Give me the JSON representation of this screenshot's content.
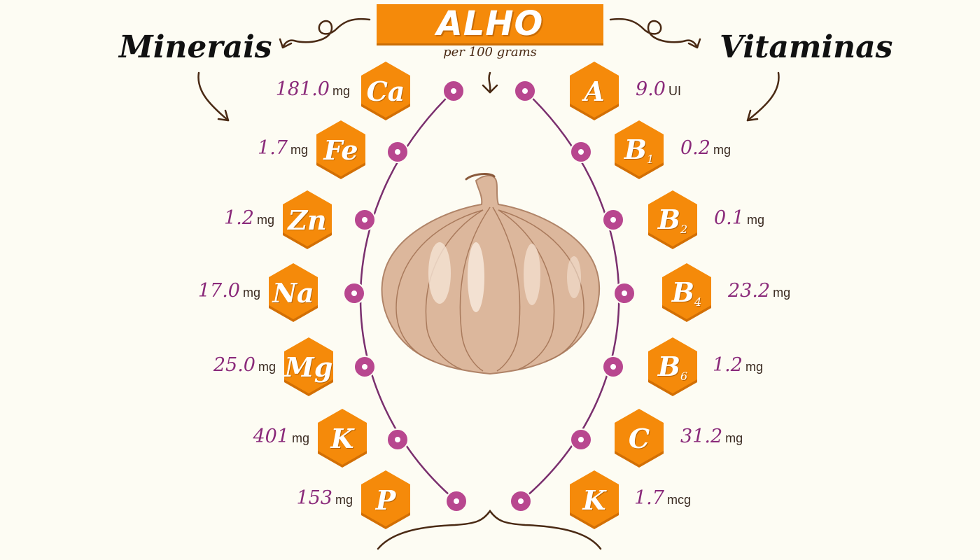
{
  "title": "ALHO",
  "subtitle": "per 100 grams",
  "minerals_heading": "Minerais",
  "vitamins_heading": "Vitaminas",
  "colors": {
    "hexagon": "#f58a0a",
    "hexagon_shadow": "#d26f04",
    "dot": "#b8478f",
    "ring": "#7a2f6e",
    "value_text": "#8a2a7a",
    "unit_text": "#3a2a20",
    "arrow": "#4a2a14"
  },
  "minerals": [
    {
      "symbol": "Ca",
      "sub": "",
      "value": "181.0",
      "unit": "mg"
    },
    {
      "symbol": "Fe",
      "sub": "",
      "value": "1.7",
      "unit": "mg"
    },
    {
      "symbol": "Zn",
      "sub": "",
      "value": "1.2",
      "unit": "mg"
    },
    {
      "symbol": "Na",
      "sub": "",
      "value": "17.0",
      "unit": "mg"
    },
    {
      "symbol": "Mg",
      "sub": "",
      "value": "25.0",
      "unit": "mg"
    },
    {
      "symbol": "K",
      "sub": "",
      "value": "401",
      "unit": "mg"
    },
    {
      "symbol": "P",
      "sub": "",
      "value": "153",
      "unit": "mg"
    }
  ],
  "vitamins": [
    {
      "symbol": "A",
      "sub": "",
      "value": "9.0",
      "unit": "UI"
    },
    {
      "symbol": "B",
      "sub": "1",
      "value": "0.2",
      "unit": "mg"
    },
    {
      "symbol": "B",
      "sub": "2",
      "value": "0.1",
      "unit": "mg"
    },
    {
      "symbol": "B",
      "sub": "4",
      "value": "23.2",
      "unit": "mg"
    },
    {
      "symbol": "B",
      "sub": "6",
      "value": "1.2",
      "unit": "mg"
    },
    {
      "symbol": "C",
      "sub": "",
      "value": "31.2",
      "unit": "mg"
    },
    {
      "symbol": "K",
      "sub": "",
      "value": "1.7",
      "unit": "mcg"
    }
  ]
}
